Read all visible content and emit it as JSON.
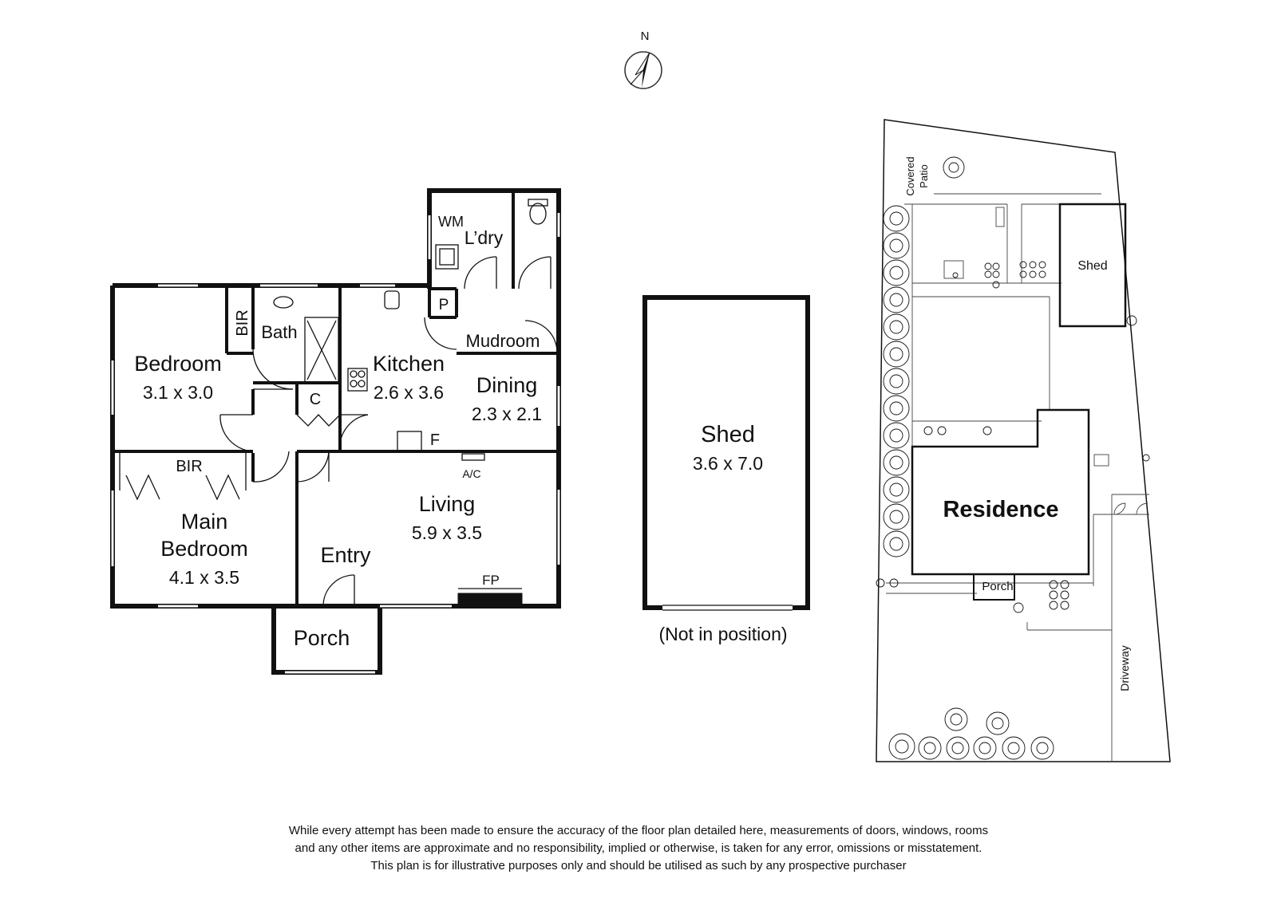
{
  "compass": {
    "label": "N"
  },
  "floorplan": {
    "rooms": {
      "bedroom": {
        "name": "Bedroom",
        "size": "3.1 x 3.0"
      },
      "bir_small": {
        "name": "BIR"
      },
      "bath": {
        "name": "Bath"
      },
      "kitchen": {
        "name": "Kitchen",
        "size": "2.6 x 3.6"
      },
      "laundry": {
        "name": "L’dry"
      },
      "wm": {
        "name": "WM"
      },
      "pantry": {
        "name": "P"
      },
      "mudroom": {
        "name": "Mudroom"
      },
      "dining": {
        "name": "Dining",
        "size": "2.3 x 2.1"
      },
      "cupboard": {
        "name": "C"
      },
      "fridge": {
        "name": "F"
      },
      "bir_main": {
        "name": "BIR"
      },
      "main_bedroom": {
        "name_line1": "Main",
        "name_line2": "Bedroom",
        "size": "4.1 x 3.5"
      },
      "ac": {
        "name": "A/C"
      },
      "living": {
        "name": "Living",
        "size": "5.9 x 3.5"
      },
      "entry": {
        "name": "Entry"
      },
      "fireplace": {
        "name": "FP"
      },
      "porch": {
        "name": "Porch"
      }
    }
  },
  "shed_plan": {
    "name": "Shed",
    "size": "3.6 x 7.0",
    "note": "(Not in position)"
  },
  "site_plan": {
    "covered_patio_line1": "Covered",
    "covered_patio_line2": "Patio",
    "shed": "Shed",
    "residence": "Residence",
    "porch": "Porch",
    "driveway": "Driveway"
  },
  "disclaimer": {
    "line1": "While every attempt has been made to ensure the accuracy of the floor plan detailed here, measurements of doors, windows, rooms",
    "line2": "and any other items are approximate and no responsibility, implied or otherwise, is taken for any error, omissions or misstatement.",
    "line3": "This plan is for illustrative purposes only and should be utilised as such by any prospective purchaser"
  }
}
